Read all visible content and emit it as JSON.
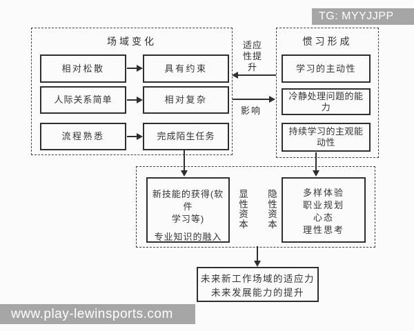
{
  "colors": {
    "ink": "#2e2e2e",
    "watermark_bg": "#a6a6a6",
    "background": "#fbfbfb"
  },
  "watermark_top": {
    "text": "TG: MYYJJPP"
  },
  "watermark_bottom": {
    "text": "www.play-lewinsports.com"
  },
  "field_change": {
    "title": "场域变化",
    "left_items": [
      "相对松散",
      "人际关系简单",
      "流程熟悉"
    ],
    "right_items": [
      "具有约束",
      "相对复杂",
      "完成陌生任务"
    ]
  },
  "habitus": {
    "title": "惯习形成",
    "items": [
      "学习的主动性",
      "冷静处理问题的能力",
      "持续学习的主观能动性"
    ]
  },
  "relations": {
    "right_to_left": "适应性提升",
    "left_to_right": "影响"
  },
  "capitals": {
    "explicit": {
      "label": "显性资本",
      "lines": [
        "新技能的获得(软件",
        "学习等)",
        "专业知识的融入"
      ]
    },
    "implicit": {
      "label": "隐性资本",
      "lines": [
        "多样体验",
        "职业规划",
        "心态",
        "理性思考"
      ]
    }
  },
  "outcome": {
    "lines": [
      "未来新工作场域的适应力",
      "未来发展能力的提升"
    ]
  }
}
